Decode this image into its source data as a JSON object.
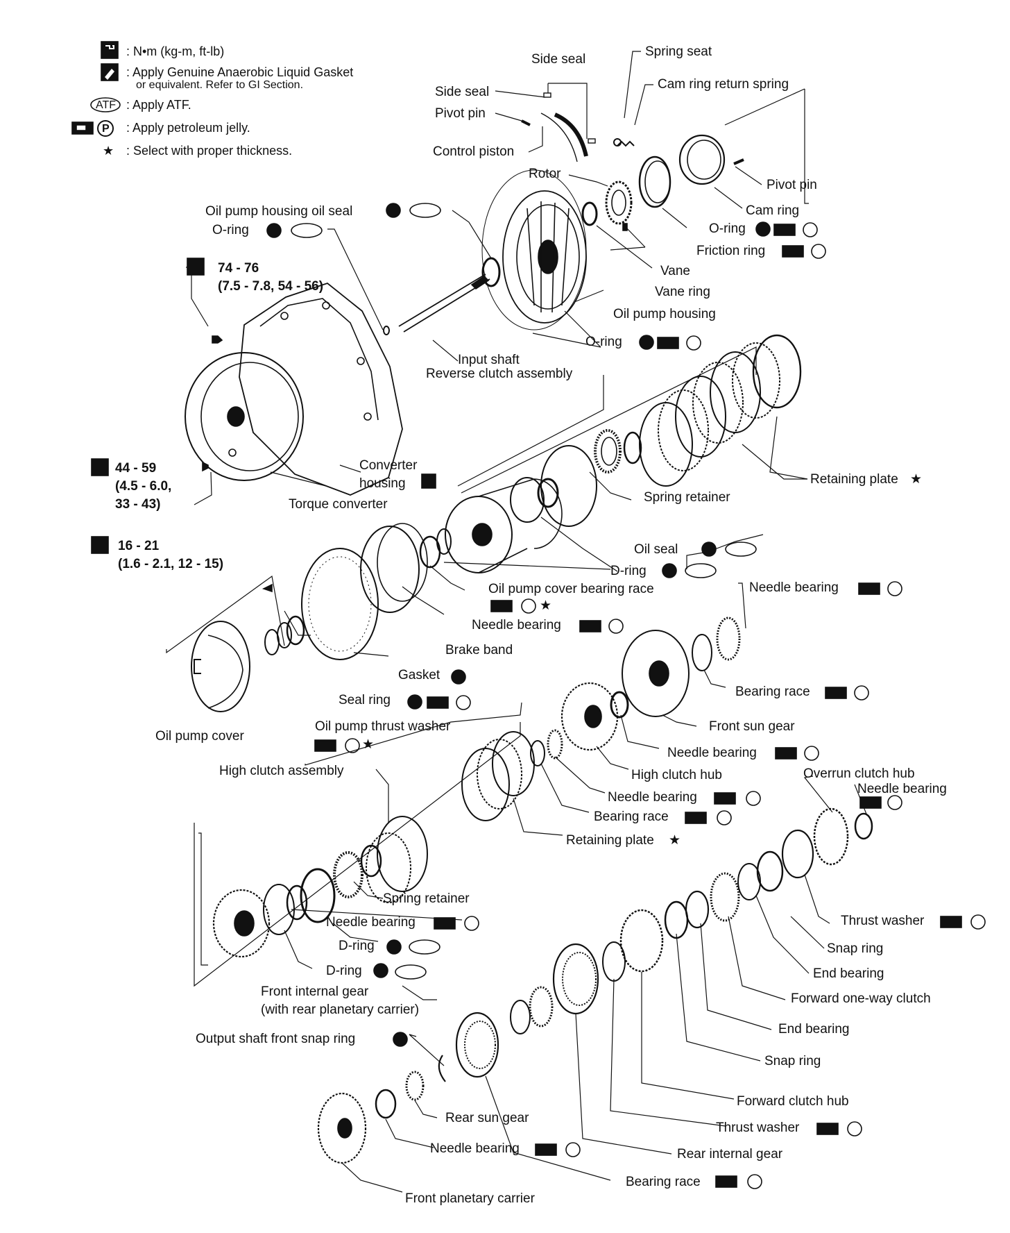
{
  "legend": {
    "torque": ": N•m (kg-m, ft-lb)",
    "gasket_line1": ": Apply Genuine Anaerobic Liquid Gasket",
    "gasket_line2": "or equivalent. Refer to GI Section.",
    "atf_badge": "ATF",
    "atf_text": ": Apply ATF.",
    "jelly_badge": "P",
    "jelly_text": ": Apply petroleum jelly.",
    "select_symbol": "★",
    "select_text": ": Select with proper thickness."
  },
  "torque_specs": {
    "t1_line1": "74 - 76",
    "t1_line2": "(7.5 - 7.8, 54 - 56)",
    "t2_line1": "44 - 59",
    "t2_line2": "(4.5 - 6.0,",
    "t2_line3": "33 - 43)",
    "t3_line1": "16 - 21",
    "t3_line2": "(1.6 - 2.1, 12 - 15)"
  },
  "labels": {
    "side_seal_top": "Side seal",
    "side_seal": "Side seal",
    "pivot_pin_left": "Pivot pin",
    "control_piston": "Control piston",
    "spring_seat": "Spring seat",
    "cam_ring_return_spring": "Cam ring return spring",
    "rotor": "Rotor",
    "pivot_pin_right": "Pivot pin",
    "cam_ring": "Cam ring",
    "oil_pump_housing_oil_seal": "Oil pump housing oil seal",
    "o_ring_1": "O-ring",
    "o_ring_2": "O-ring",
    "friction_ring": "Friction ring",
    "vane": "Vane",
    "vane_ring": "Vane ring",
    "oil_pump_housing": "Oil pump housing",
    "o_ring_3": "O-ring",
    "input_shaft": "Input shaft",
    "reverse_clutch_assembly": "Reverse clutch assembly",
    "converter_housing_1": "Converter",
    "converter_housing_2": "housing",
    "torque_converter": "Torque converter",
    "retaining_plate_1": "Retaining plate",
    "spring_retainer_1": "Spring retainer",
    "oil_seal": "Oil seal",
    "d_ring_1": "D-ring",
    "oil_pump_cover_bearing_race": "Oil pump cover bearing race",
    "needle_bearing_1": "Needle bearing",
    "needle_bearing_2": "Needle bearing",
    "brake_band": "Brake band",
    "gasket": "Gasket",
    "seal_ring": "Seal ring",
    "bearing_race_1": "Bearing race",
    "front_sun_gear": "Front sun gear",
    "oil_pump_cover": "Oil pump cover",
    "oil_pump_thrust_washer": "Oil pump thrust washer",
    "needle_bearing_3": "Needle bearing",
    "high_clutch_assembly": "High clutch assembly",
    "high_clutch_hub": "High clutch hub",
    "overrun_clutch_hub": "Overrun clutch hub",
    "needle_bearing_4": "Needle bearing",
    "needle_bearing_5": "Needle bearing",
    "bearing_race_2": "Bearing race",
    "retaining_plate_2": "Retaining plate",
    "spring_retainer_2": "Spring retainer",
    "needle_bearing_6": "Needle bearing",
    "thrust_washer_1": "Thrust washer",
    "d_ring_2": "D-ring",
    "d_ring_3": "D-ring",
    "snap_ring_1": "Snap ring",
    "end_bearing_1": "End bearing",
    "front_internal_gear_1": "Front internal gear",
    "front_internal_gear_2": "(with rear planetary carrier)",
    "forward_one_way_clutch": "Forward one-way clutch",
    "output_shaft_front_snap_ring": "Output shaft front snap ring",
    "end_bearing_2": "End bearing",
    "snap_ring_2": "Snap ring",
    "forward_clutch_hub": "Forward clutch hub",
    "rear_sun_gear": "Rear sun gear",
    "thrust_washer_2": "Thrust washer",
    "needle_bearing_7": "Needle bearing",
    "rear_internal_gear": "Rear internal gear",
    "bearing_race_3": "Bearing race",
    "front_planetary_carrier": "Front planetary carrier"
  }
}
